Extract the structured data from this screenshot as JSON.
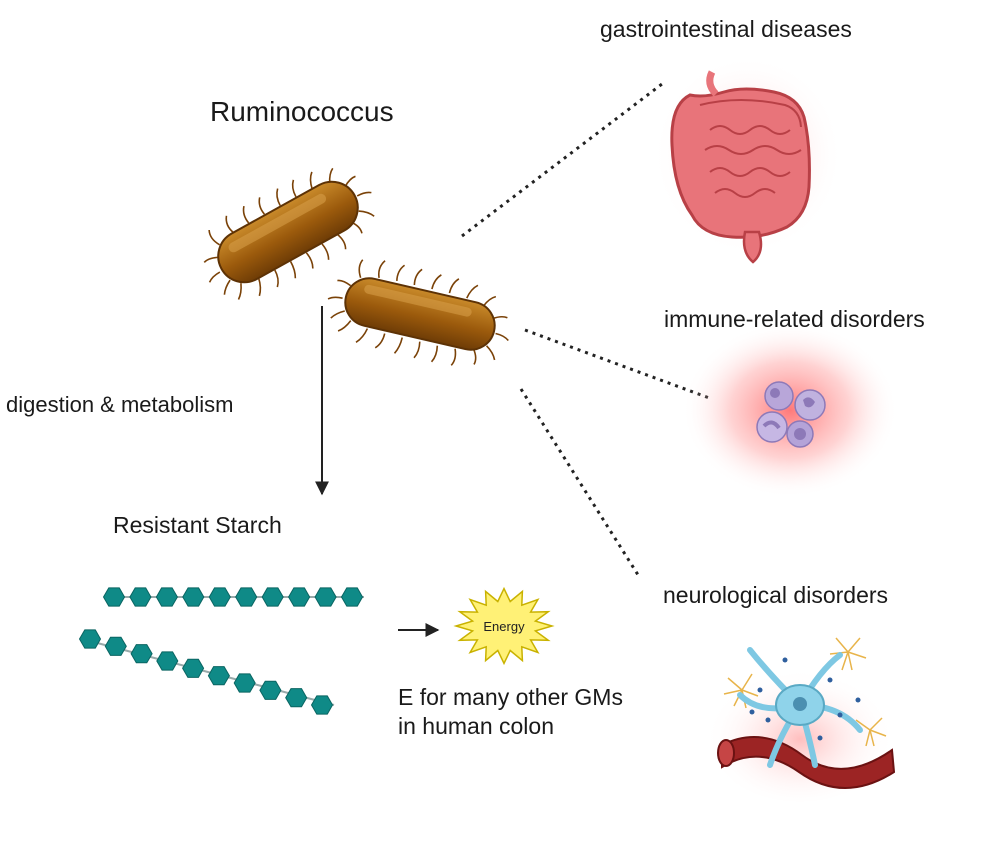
{
  "title": "Ruminococcus",
  "process_label": "digestion & metabolism",
  "substrate_label": "Resistant Starch",
  "energy": {
    "badge": "Energy",
    "description_line1": "E for many other GMs",
    "description_line2": "in human colon"
  },
  "conditions": [
    {
      "label": "gastrointestinal diseases",
      "icon": "intestine-icon"
    },
    {
      "label": "immune-related disorders",
      "icon": "immune-cells-icon"
    },
    {
      "label": "neurological disorders",
      "icon": "neuron-icon"
    }
  ],
  "colors": {
    "bacteria": "#9b5a0c",
    "bacteria_light": "#c07a1a",
    "starch": "#0f8a87",
    "energy_burst": "#fff176",
    "intestine": "#e57373",
    "glow": "#ff5252",
    "neuron": "#7ec8e3",
    "vessel": "#8b1a1a"
  }
}
